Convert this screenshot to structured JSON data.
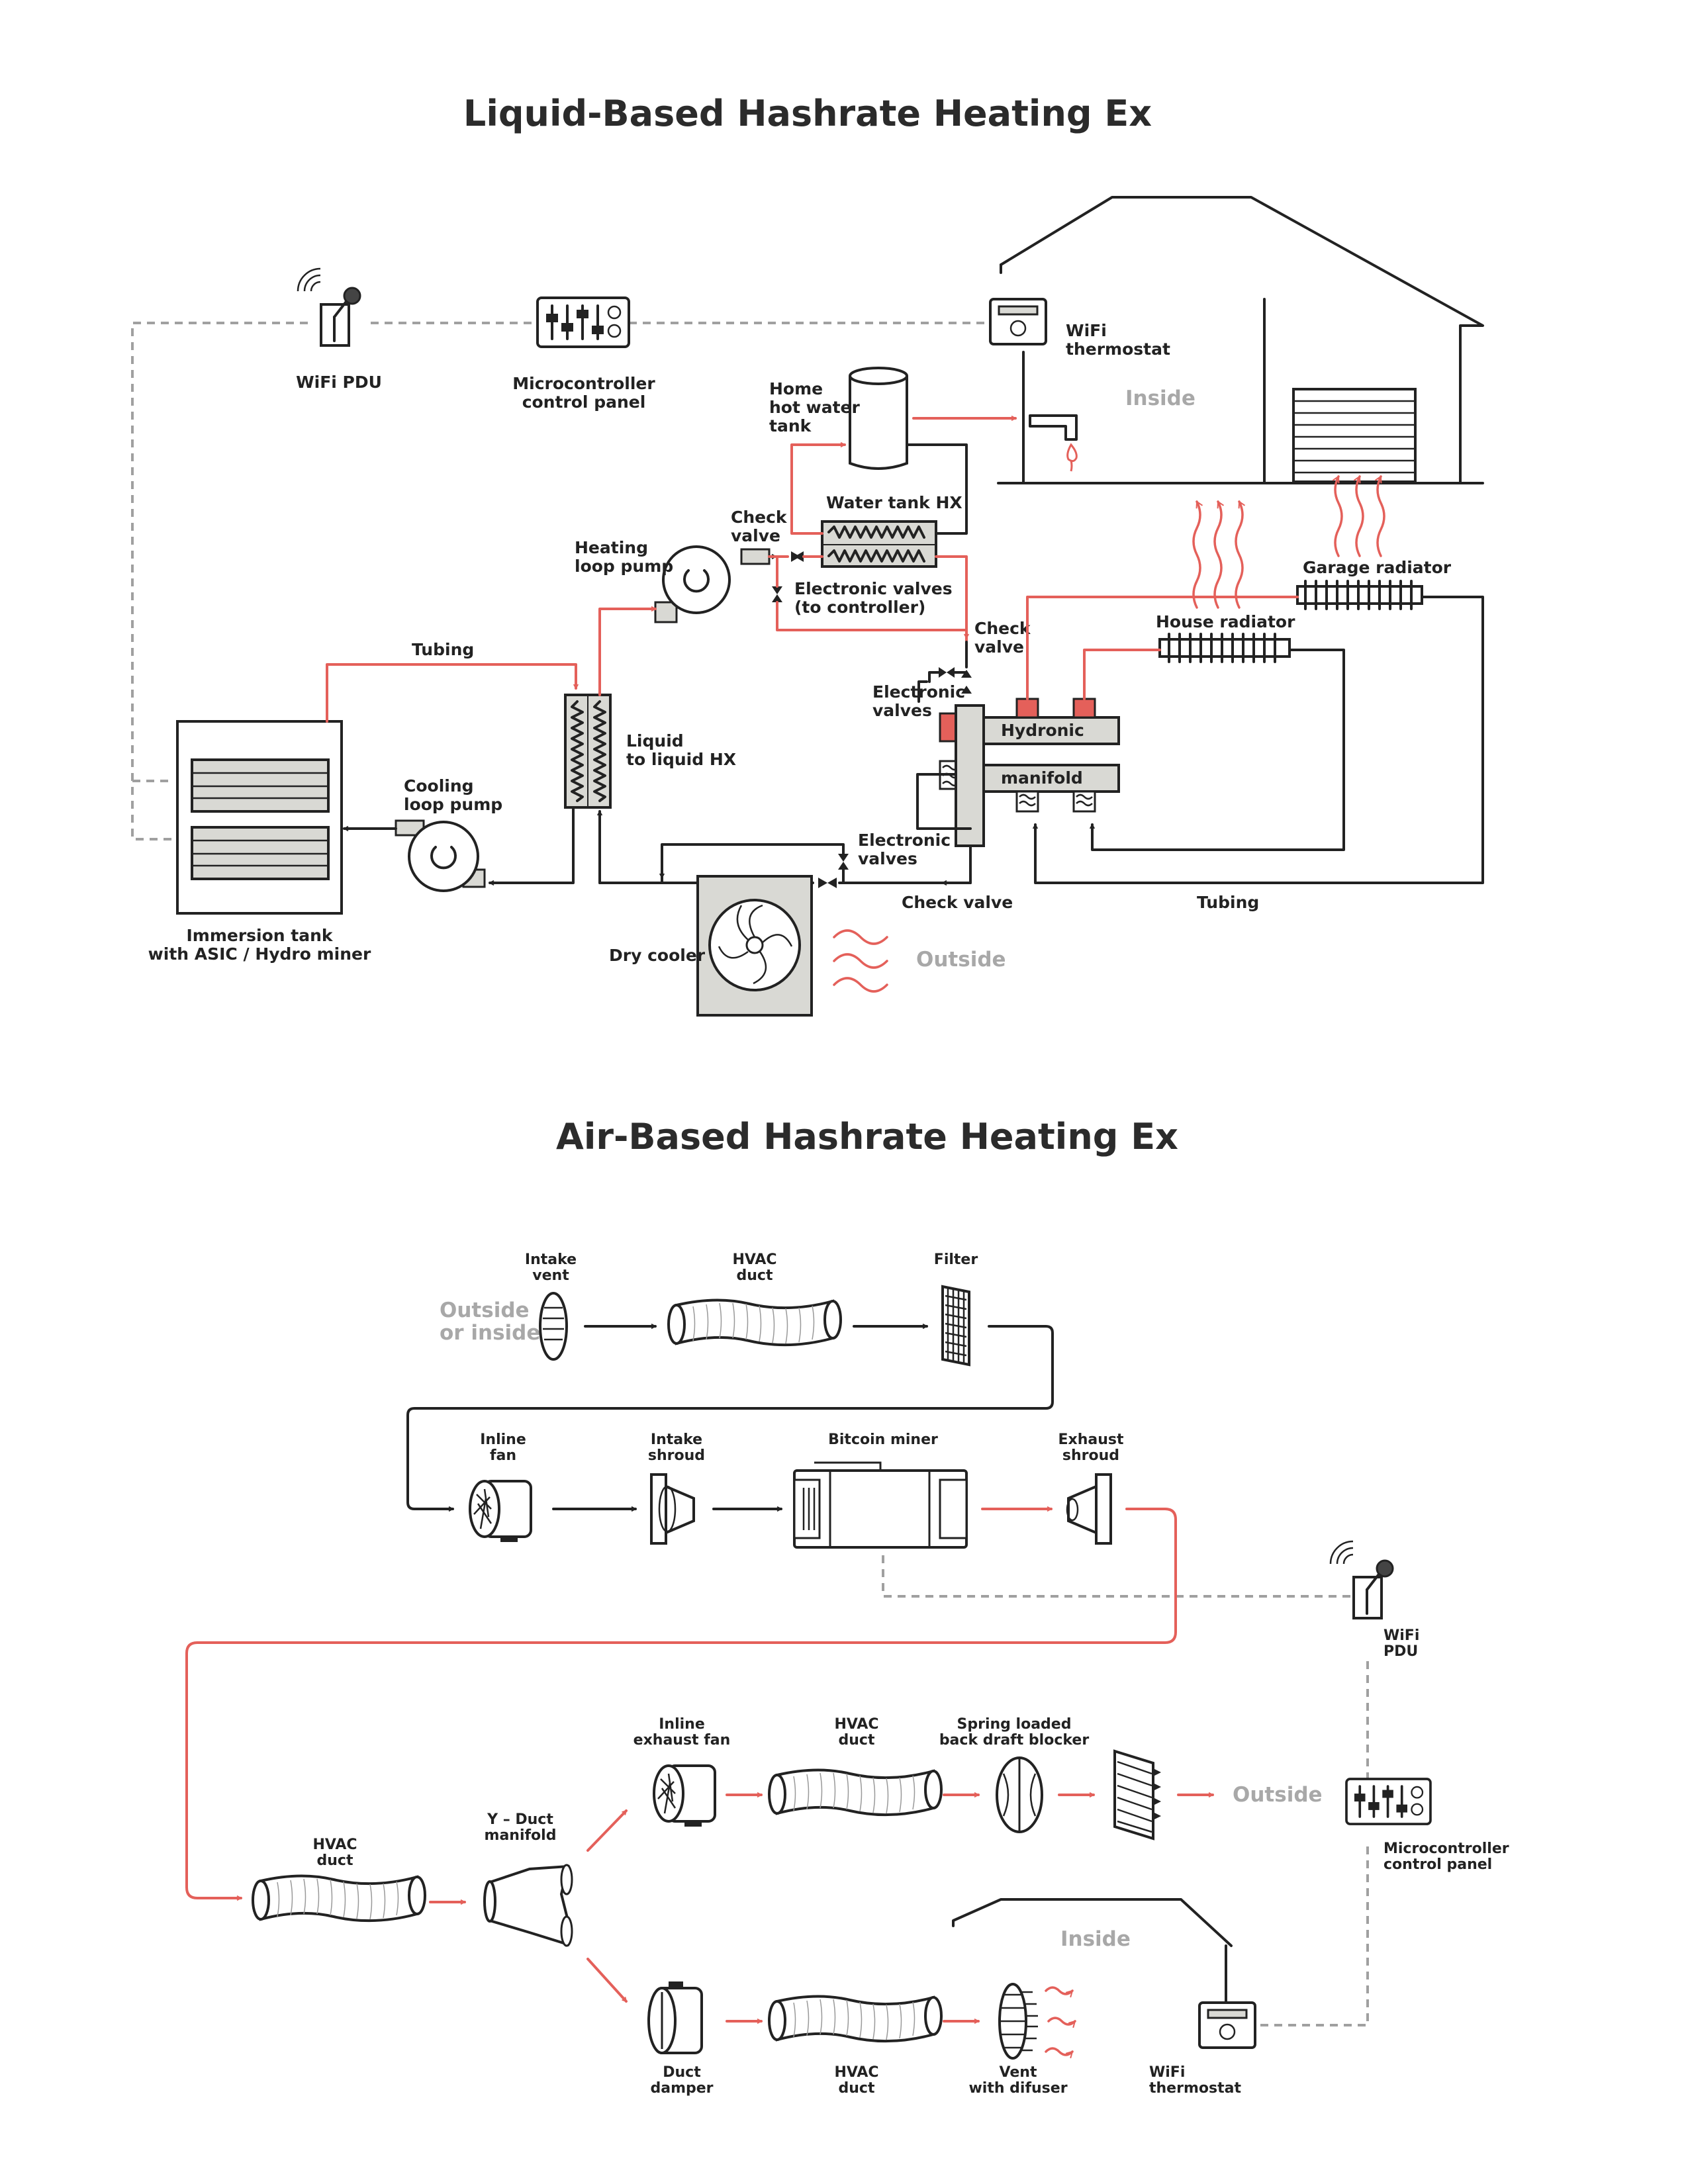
{
  "titles": {
    "liquid": "Liquid-Based Hashrate Heating Ex",
    "air": "Air-Based Hashrate Heating Ex"
  },
  "liquid": {
    "wifi_pdu": "WiFi PDU",
    "microcontroller": [
      "Microcontroller",
      "control panel"
    ],
    "wifi_thermostat": [
      "WiFi",
      "thermostat"
    ],
    "inside": "Inside",
    "home_hot_water_tank": [
      "Home",
      "hot water",
      "tank"
    ],
    "water_tank_hx": "Water tank HX",
    "check_valve_top": [
      "Check",
      "valve"
    ],
    "heating_loop_pump": [
      "Heating",
      "loop pump"
    ],
    "electronic_valves_controller": [
      "Electronic valves",
      "(to controller)"
    ],
    "garage_radiator": "Garage radiator",
    "house_radiator": "House radiator",
    "check_valve_right": [
      "Check",
      "valve"
    ],
    "electronic_valves_right": [
      "Electronic",
      "valves"
    ],
    "hydronic": "Hydronic",
    "manifold": "manifold",
    "tubing_top": "Tubing",
    "liquid_hx": [
      "Liquid",
      "to liquid HX"
    ],
    "cooling_loop_pump": [
      "Cooling",
      "loop pump"
    ],
    "electronic_valves_bottom": [
      "Electronic",
      "valves"
    ],
    "check_valve_bottom": "Check valve",
    "tubing_bottom": "Tubing",
    "immersion_tank": [
      "Immersion tank",
      "with ASIC / Hydro miner"
    ],
    "dry_cooler": "Dry cooler",
    "outside": "Outside"
  },
  "air": {
    "intake_vent": [
      "Intake",
      "vent"
    ],
    "hvac_duct": [
      "HVAC",
      "duct"
    ],
    "filter": "Filter",
    "outside_or_inside": [
      "Outside",
      "or inside"
    ],
    "inline_fan": [
      "Inline",
      "fan"
    ],
    "intake_shroud": [
      "Intake",
      "shroud"
    ],
    "bitcoin_miner": "Bitcoin miner",
    "exhaust_shroud": [
      "Exhaust",
      "shroud"
    ],
    "wifi_pdu": [
      "WiFi",
      "PDU"
    ],
    "inline_exhaust_fan": [
      "Inline",
      "exhaust fan"
    ],
    "hvac_duct_2": [
      "HVAC",
      "duct"
    ],
    "back_draft_blocker": [
      "Spring loaded",
      "back draft blocker"
    ],
    "outside": "Outside",
    "microcontroller": [
      "Microcontroller",
      "control panel"
    ],
    "y_duct": [
      "Y – Duct",
      "manifold"
    ],
    "hvac_duct_left": [
      "HVAC",
      "duct"
    ],
    "inside": "Inside",
    "duct_damper": [
      "Duct",
      "damper"
    ],
    "hvac_duct_3": [
      "HVAC",
      "duct"
    ],
    "vent_difuser": [
      "Vent",
      "with difuser"
    ],
    "wifi_thermostat": [
      "WiFi",
      "thermostat"
    ]
  },
  "colors": {
    "heat": "#e4605a",
    "line": "#222222",
    "signal": "#a0a0a0",
    "muted": "#a8a8a8",
    "fill": "#d9d9d4"
  }
}
